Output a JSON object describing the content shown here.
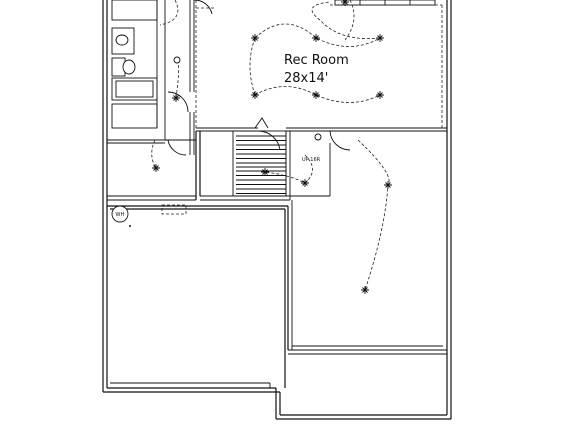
{
  "rooms": {
    "rec_room_name": "Rec Room",
    "rec_room_dims": "28x14'"
  },
  "labels": {
    "water_heater": "WH",
    "stair_note": "UP 16R"
  }
}
